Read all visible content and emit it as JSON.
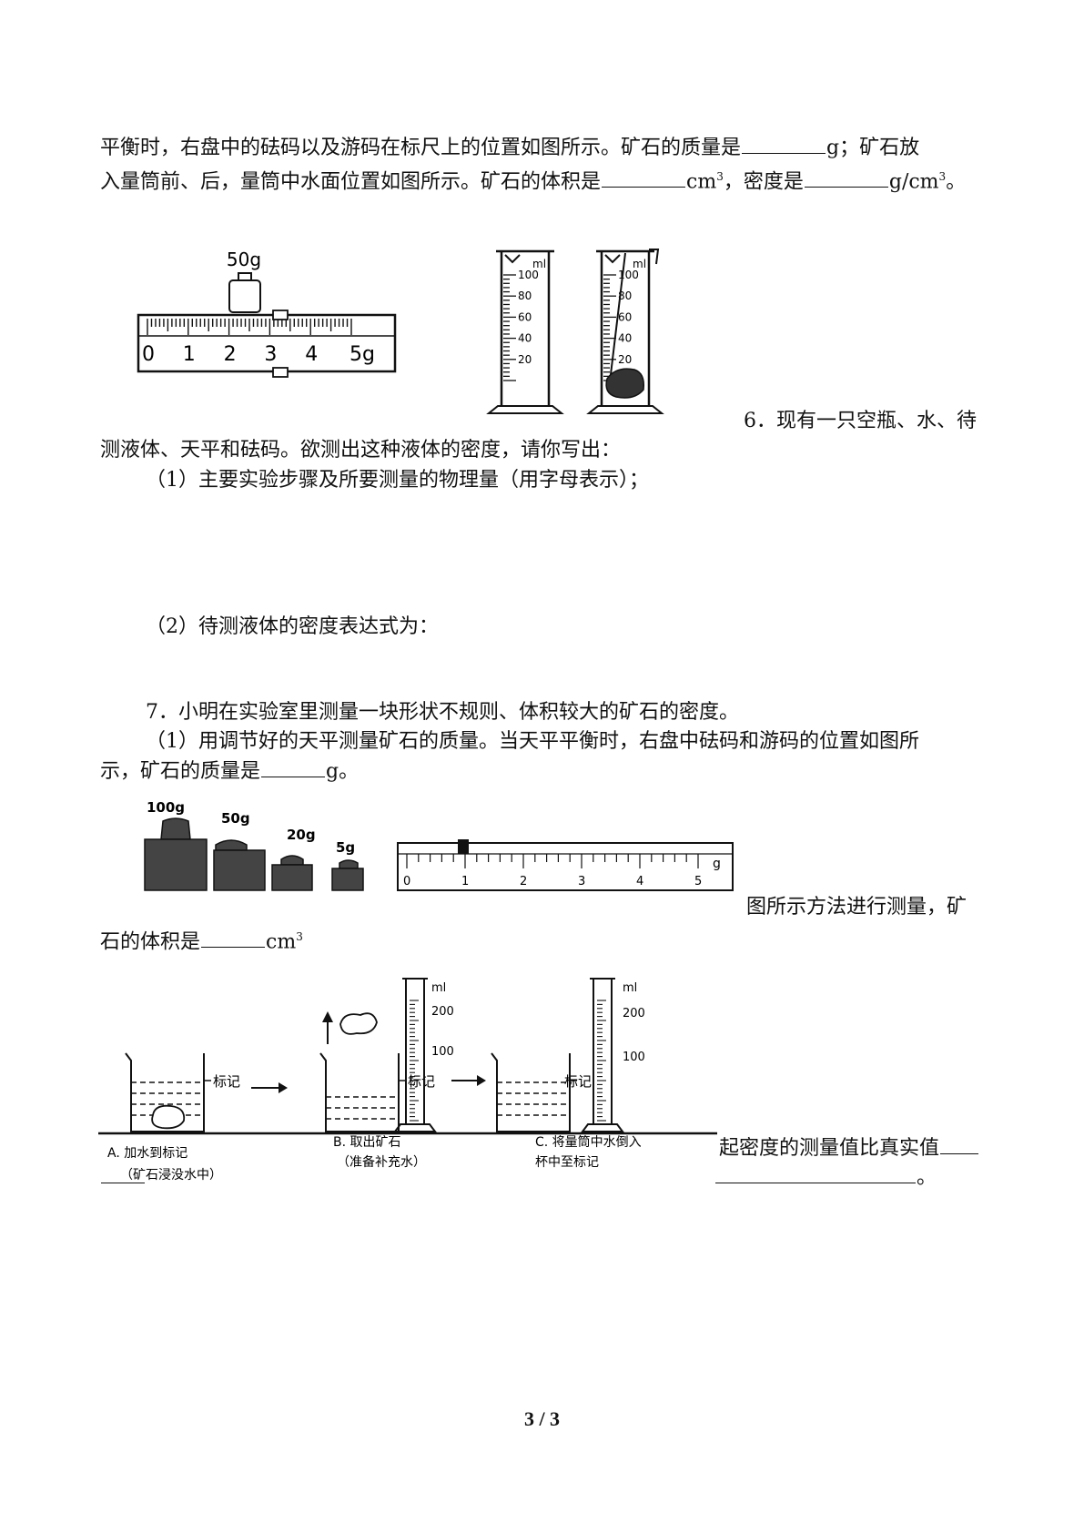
{
  "q5": {
    "line1_a": "平衡时，右盘中的砝码以及游码在标尺上的位置如图所示。矿石的质量是",
    "line1_b": "g；矿石放",
    "line2_a": "入量筒前、后，量筒中水面位置如图所示。矿石的体积是",
    "line2_b": "cm",
    "line2_c": "，密度是",
    "line2_d": "g/cm",
    "line2_e": "。",
    "sup3": "3"
  },
  "fig1": {
    "weight_label": "50g",
    "scale_ticks": [
      "0",
      "1",
      "2",
      "3",
      "4",
      "5g"
    ]
  },
  "fig2": {
    "unit": "ml",
    "marks": [
      "100",
      "80",
      "60",
      "40",
      "20"
    ]
  },
  "q6": {
    "intro_a": "6．现有一只空瓶、水、待",
    "intro_b": "测液体、天平和砝码。欲测出这种液体的密度，请你写出：",
    "part1": "（1）主要实验步骤及所要测量的物理量（用字母表示）；",
    "part2": "（2）待测液体的密度表达式为："
  },
  "q7": {
    "intro": "7．小明在实验室里测量一块形状不规则、体积较大的矿石的密度。",
    "part1_a": "（1）用调节好的天平测量矿石的质量。当天平平衡时，右盘中砝码和游码的位置如图所",
    "part1_b": "示，矿石的质量是",
    "part1_c": "g。",
    "part2_a": "图所示方法进行测量，矿",
    "part2_b": "石的体积是",
    "part2_c": "cm",
    "part3_a": "起密度的测量值比真实值",
    "part3_b": "。"
  },
  "fig3": {
    "weights": [
      "100g",
      "50g",
      "20g",
      "5g"
    ],
    "scale_ticks": [
      "0",
      "1",
      "2",
      "3",
      "4",
      "5"
    ],
    "unit": "g"
  },
  "fig4": {
    "mark_label": "标记",
    "cyl_unit": "ml",
    "cyl_marks": [
      "200",
      "100"
    ],
    "caption_a1": "A. 加水到标记",
    "caption_a2": "（矿石浸没水中）",
    "caption_b1": "B. 取出矿石",
    "caption_b2": "（准备补充水）",
    "caption_c1": "C. 将量筒中水倒入",
    "caption_c2": "杯中至标记"
  },
  "footer": {
    "page": "3 / 3"
  }
}
